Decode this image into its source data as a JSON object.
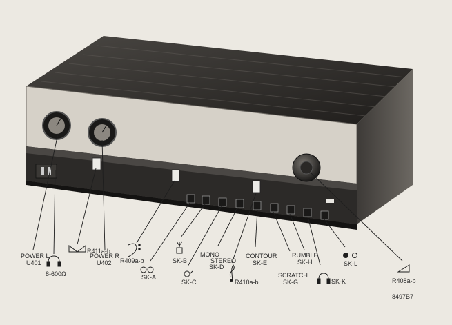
{
  "callouts": {
    "power_l": [
      "POWER L",
      "U401"
    ],
    "headphone_imp": "8-600Ω",
    "r411": "R411a-b",
    "power_r": [
      "POWER R",
      "U402"
    ],
    "r409": "R409a-b",
    "ska": "SK-A",
    "skb": "SK-B",
    "skc": "SK-C",
    "mono_stereo": [
      "MONO",
      "STEREO",
      "SK-D"
    ],
    "r410": "R410a-b",
    "contour": [
      "CONTOUR",
      "SK-E"
    ],
    "scratch": [
      "SCRATCH",
      "SK-G"
    ],
    "rumble": [
      "RUMBLE",
      "SK-H"
    ],
    "skk": "SK-K",
    "skl": "SK-L",
    "r408": "R408a-b"
  },
  "figure_number": "8497B7",
  "colors": {
    "ink": "#1e1e1e",
    "panel": "#d6d1c8",
    "case": "#2a2826",
    "paper": "#ece9e2"
  }
}
